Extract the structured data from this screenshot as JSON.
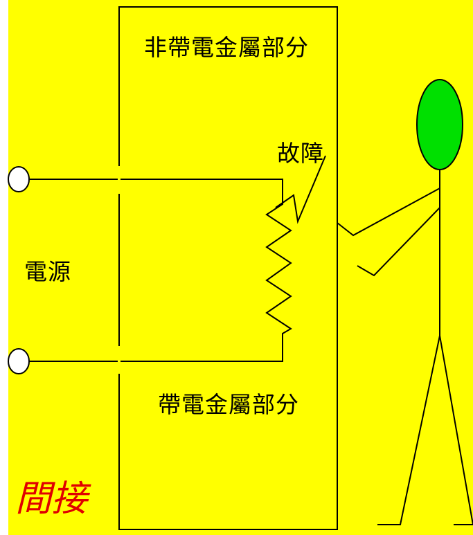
{
  "labels": {
    "non_live_metal": "非帶電金屬部分",
    "fault": "故障",
    "power_source": "電源",
    "live_metal": "帶電金屬部分",
    "title": "間接"
  },
  "colors": {
    "background": "#ffff00",
    "line": "#000000",
    "head_fill": "#00e000",
    "title": "#e00000"
  }
}
